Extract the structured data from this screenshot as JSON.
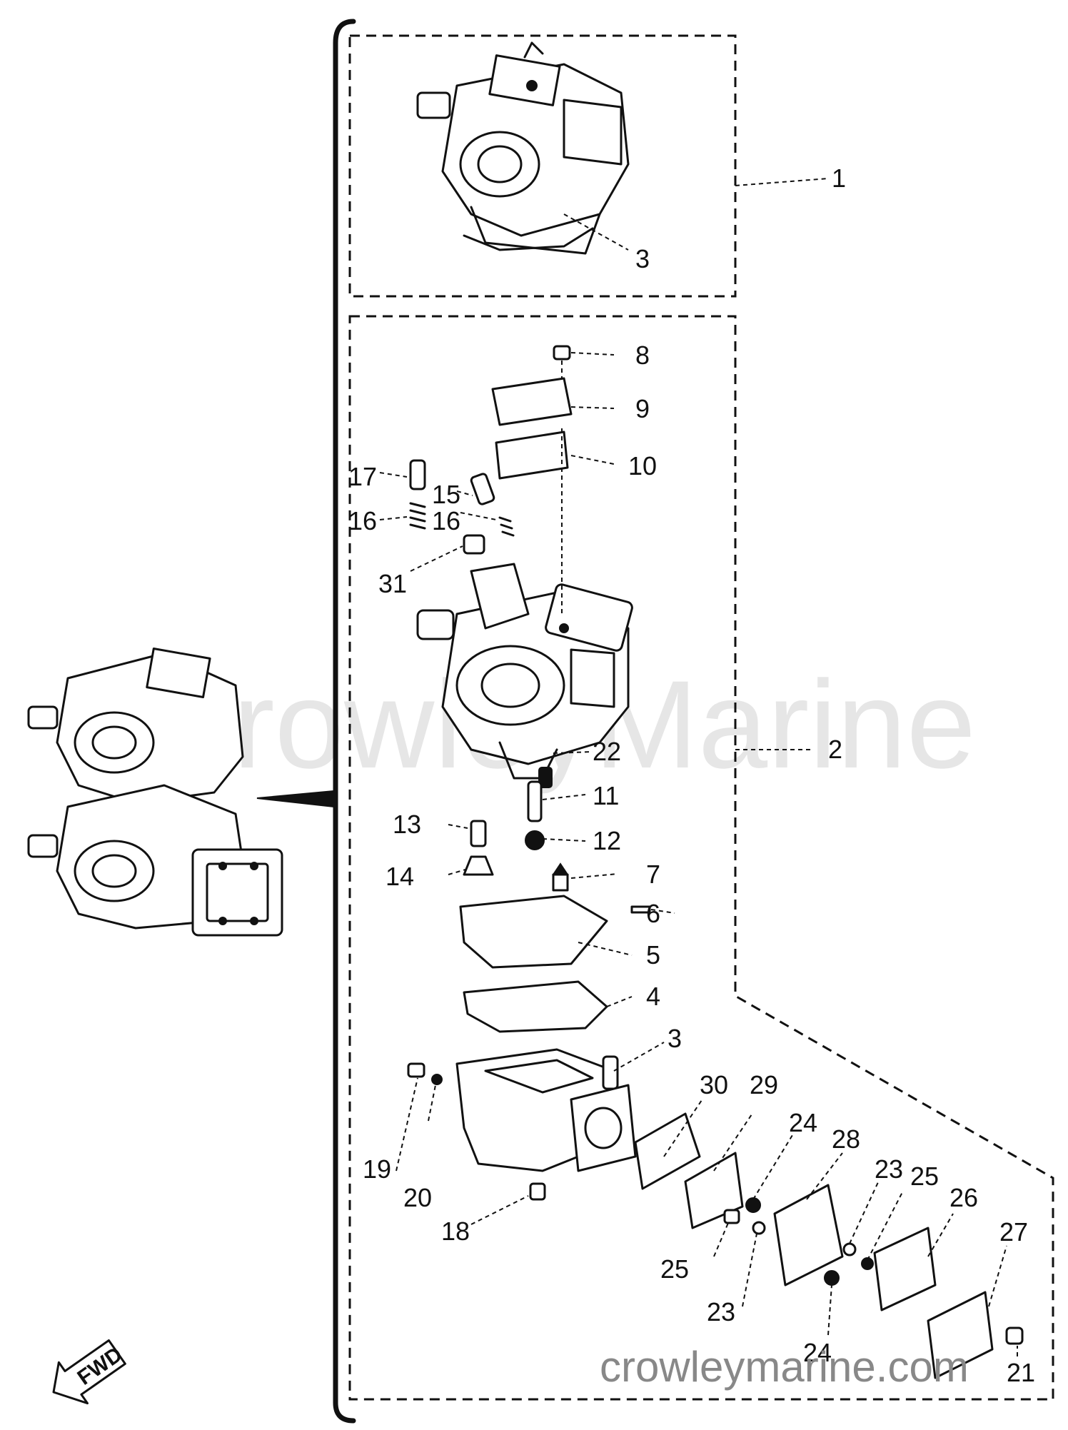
{
  "watermark_center": "CrowleyMarine",
  "watermark_footer": "crowleymarine.com",
  "fwd_label": "FWD",
  "callouts": [
    {
      "id": "c1",
      "text": "1"
    },
    {
      "id": "c3a",
      "text": "3"
    },
    {
      "id": "c8",
      "text": "8"
    },
    {
      "id": "c9",
      "text": "9"
    },
    {
      "id": "c10",
      "text": "10"
    },
    {
      "id": "c17",
      "text": "17"
    },
    {
      "id": "c15",
      "text": "15"
    },
    {
      "id": "c16a",
      "text": "16"
    },
    {
      "id": "c16b",
      "text": "16"
    },
    {
      "id": "c31",
      "text": "31"
    },
    {
      "id": "c2",
      "text": "2"
    },
    {
      "id": "c22",
      "text": "22"
    },
    {
      "id": "c11",
      "text": "11"
    },
    {
      "id": "c13",
      "text": "13"
    },
    {
      "id": "c12",
      "text": "12"
    },
    {
      "id": "c14",
      "text": "14"
    },
    {
      "id": "c7",
      "text": "7"
    },
    {
      "id": "c6",
      "text": "6"
    },
    {
      "id": "c5",
      "text": "5"
    },
    {
      "id": "c4",
      "text": "4"
    },
    {
      "id": "c3b",
      "text": "3"
    },
    {
      "id": "c30",
      "text": "30"
    },
    {
      "id": "c29",
      "text": "29"
    },
    {
      "id": "c24a",
      "text": "24"
    },
    {
      "id": "c28",
      "text": "28"
    },
    {
      "id": "c23a",
      "text": "23"
    },
    {
      "id": "c25a",
      "text": "25"
    },
    {
      "id": "c26",
      "text": "26"
    },
    {
      "id": "c27",
      "text": "27"
    },
    {
      "id": "c19",
      "text": "19"
    },
    {
      "id": "c20",
      "text": "20"
    },
    {
      "id": "c18",
      "text": "18"
    },
    {
      "id": "c25b",
      "text": "25"
    },
    {
      "id": "c23b",
      "text": "23"
    },
    {
      "id": "c24b",
      "text": "24"
    },
    {
      "id": "c21",
      "text": "21"
    }
  ]
}
